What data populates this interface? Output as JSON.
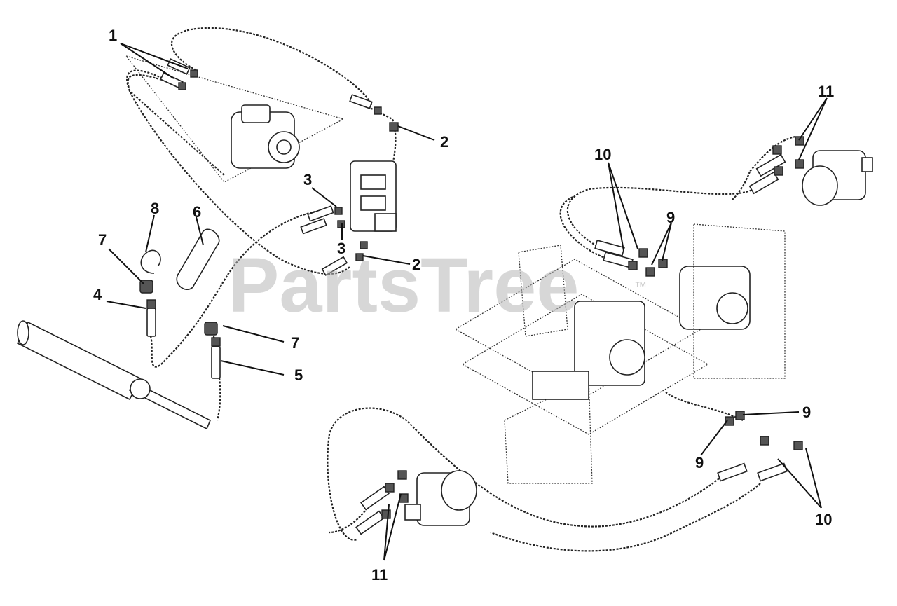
{
  "watermark": {
    "text": "PartsTree",
    "mark": "™"
  },
  "callouts": [
    {
      "id": "c1",
      "label": "1"
    },
    {
      "id": "c2a",
      "label": "2"
    },
    {
      "id": "c2b",
      "label": "2"
    },
    {
      "id": "c3a",
      "label": "3"
    },
    {
      "id": "c3b",
      "label": "3"
    },
    {
      "id": "c4",
      "label": "4"
    },
    {
      "id": "c5",
      "label": "5"
    },
    {
      "id": "c6",
      "label": "6"
    },
    {
      "id": "c7a",
      "label": "7"
    },
    {
      "id": "c7b",
      "label": "7"
    },
    {
      "id": "c8",
      "label": "8"
    },
    {
      "id": "c9a",
      "label": "9"
    },
    {
      "id": "c9b",
      "label": "9"
    },
    {
      "id": "c9c",
      "label": "9"
    },
    {
      "id": "c10a",
      "label": "10"
    },
    {
      "id": "c10b",
      "label": "10"
    },
    {
      "id": "c11a",
      "label": "11"
    },
    {
      "id": "c11b",
      "label": "11"
    }
  ]
}
